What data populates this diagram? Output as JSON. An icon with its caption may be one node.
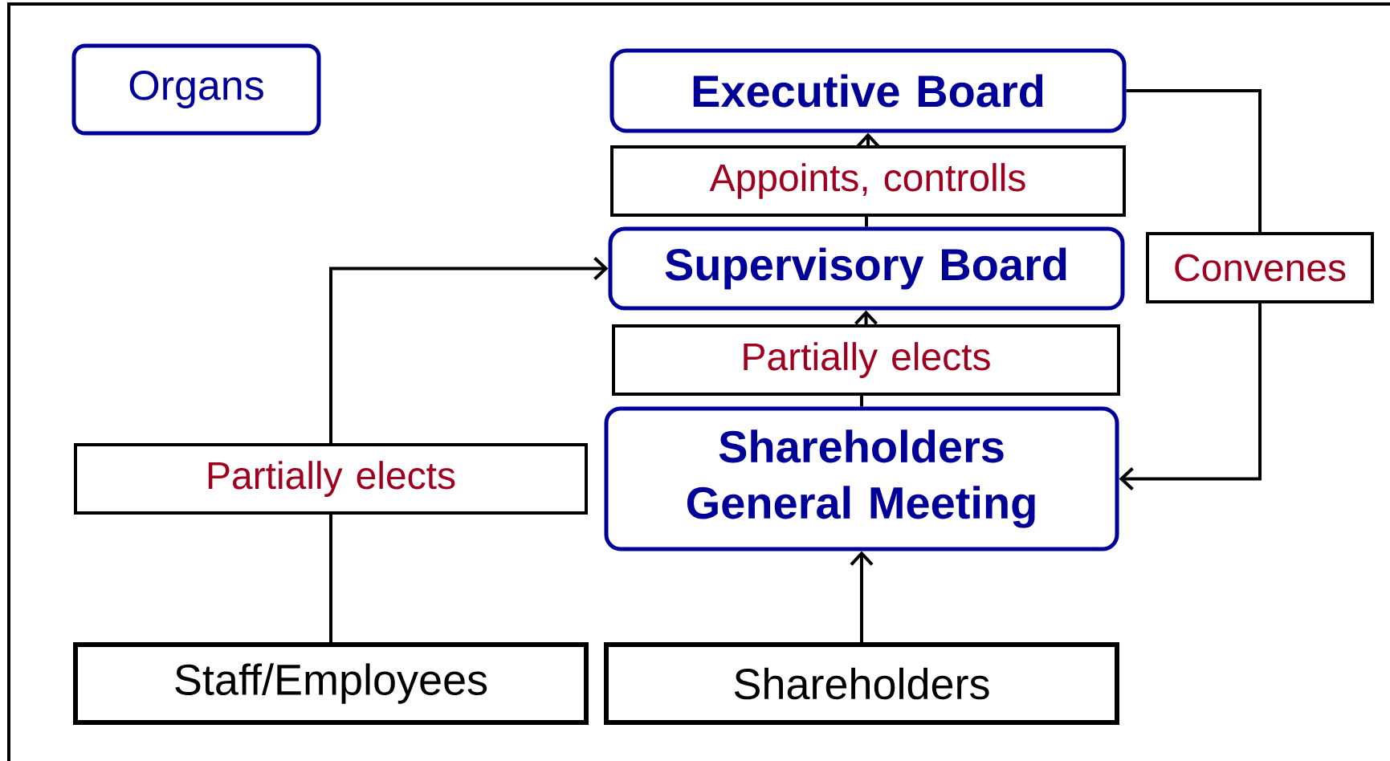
{
  "diagram": {
    "nodes": [
      {
        "text": [
          "Organs"
        ]
      },
      {
        "text": [
          "Executive Board"
        ]
      },
      {
        "text": [
          "Appoints, controlls"
        ]
      },
      {
        "text": [
          "Supervisory Board"
        ]
      },
      {
        "text": [
          "Partially elects"
        ]
      },
      {
        "text": [
          "Shareholders General Meeting"
        ]
      },
      {
        "text": [
          "Convenes"
        ]
      },
      {
        "text": [
          "Partially elects"
        ]
      },
      {
        "text": [
          "Staff/Employees"
        ]
      },
      {
        "text": [
          "Shareholders"
        ]
      }
    ],
    "edges": [
      {
        "from": 8,
        "to": 7,
        "arrow": "none"
      },
      {
        "from": 7,
        "to": 3,
        "arrow": "to"
      },
      {
        "from": 5,
        "to": 4,
        "arrow": "none"
      },
      {
        "from": 4,
        "to": 3,
        "arrow": "to"
      },
      {
        "from": 3,
        "to": 2,
        "arrow": "none"
      },
      {
        "from": 2,
        "to": 1,
        "arrow": "to"
      },
      {
        "from": 1,
        "to": 6,
        "arrow": "none"
      },
      {
        "from": 6,
        "to": 5,
        "arrow": "to"
      },
      {
        "from": 9,
        "to": 5,
        "arrow": "to"
      }
    ]
  }
}
